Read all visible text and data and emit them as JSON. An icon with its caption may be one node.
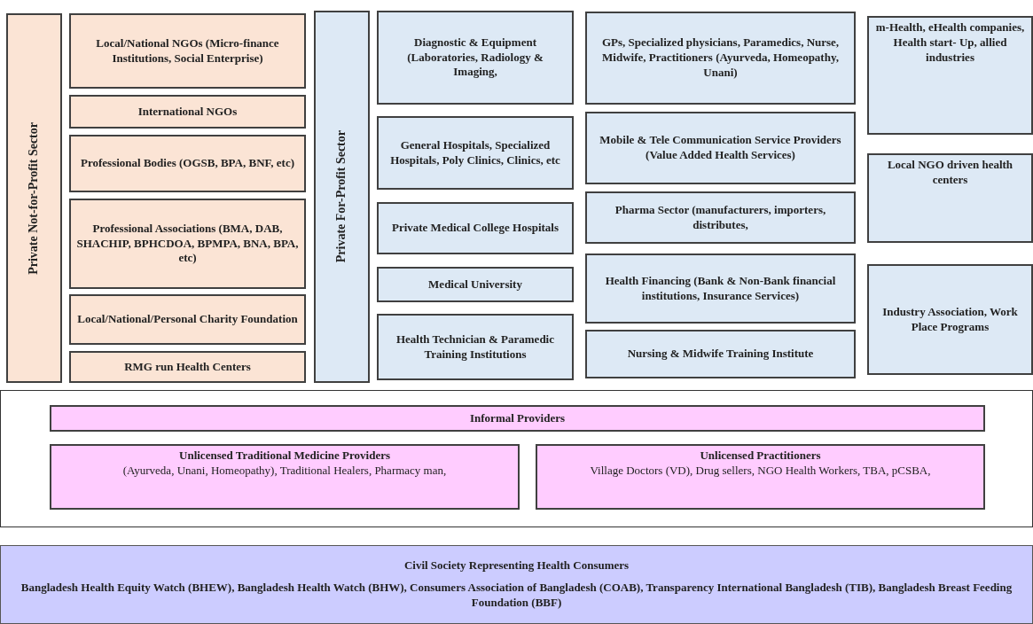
{
  "diagram": {
    "nodes": [
      {
        "text": [
          "Private Not-for-Profit Sector"
        ]
      },
      {
        "text": [
          "Local/National NGOs (Micro-finance Institutions, Social Enterprise)"
        ]
      },
      {
        "text": [
          "International NGOs"
        ]
      },
      {
        "text": [
          "Professional Bodies (OGSB, BPA, BNF, etc)"
        ]
      },
      {
        "text": [
          "Professional Associations (BMA, DAB, SHACHIP, BPHCDOA, BPMPA, BNA, BPA, etc)"
        ]
      },
      {
        "text": [
          "Local/National/Personal Charity Foundation"
        ]
      },
      {
        "text": [
          "RMG run Health Centers"
        ]
      },
      {
        "text": [
          "Private For-Profit Sector"
        ]
      },
      {
        "text": [
          "Diagnostic & Equipment (Laboratories, Radiology & Imaging,"
        ]
      },
      {
        "text": [
          "General Hospitals, Specialized Hospitals, Poly Clinics, Clinics, etc"
        ]
      },
      {
        "text": [
          "Private Medical College Hospitals"
        ]
      },
      {
        "text": [
          "Medical University"
        ]
      },
      {
        "text": [
          "Health Technician & Paramedic Training Institutions"
        ]
      },
      {
        "text": [
          "GPs, Specialized physicians, Paramedics, Nurse, Midwife, Practitioners (Ayurveda, Homeopathy, Unani)"
        ]
      },
      {
        "text": [
          "Mobile & Tele Communication Service Providers (Value Added Health Services)"
        ]
      },
      {
        "text": [
          "Pharma Sector (manufacturers, importers, distributes,"
        ]
      },
      {
        "text": [
          "Health Financing (Bank & Non-Bank financial institutions, Insurance Services)"
        ]
      },
      {
        "text": [
          "Nursing & Midwife Training Institute"
        ]
      },
      {
        "text": [
          "m-Health, eHealth companies, Health start- Up, allied industries"
        ]
      },
      {
        "text": [
          "Local NGO driven health centers"
        ]
      },
      {
        "text": [
          "Industry Association, Work Place Programs"
        ]
      },
      {
        "text": [],
        "shape": "box"
      },
      {
        "text": [
          "Informal Providers"
        ],
        "in": 21
      },
      {
        "text": [
          "Unlicensed Traditional Medicine Providers",
          "(Ayurveda, Unani, Homeopathy), Traditional Healers, Pharmacy man,"
        ],
        "in": 21
      },
      {
        "text": [
          "Unlicensed Practitioners",
          "Village Doctors (VD), Drug sellers, NGO Health Workers, TBA, pCSBA,"
        ],
        "in": 21
      },
      {
        "text": [
          "Civil Society Representing Health Consumers",
          "Bangladesh Health Equity Watch (BHEW), Bangladesh Health Watch (BHW), Consumers Association of Bangladesh (COAB), Transparency International Bangladesh (TIB), Bangladesh Breast Feeding Foundation (BBF)"
        ]
      }
    ],
    "edges": []
  }
}
